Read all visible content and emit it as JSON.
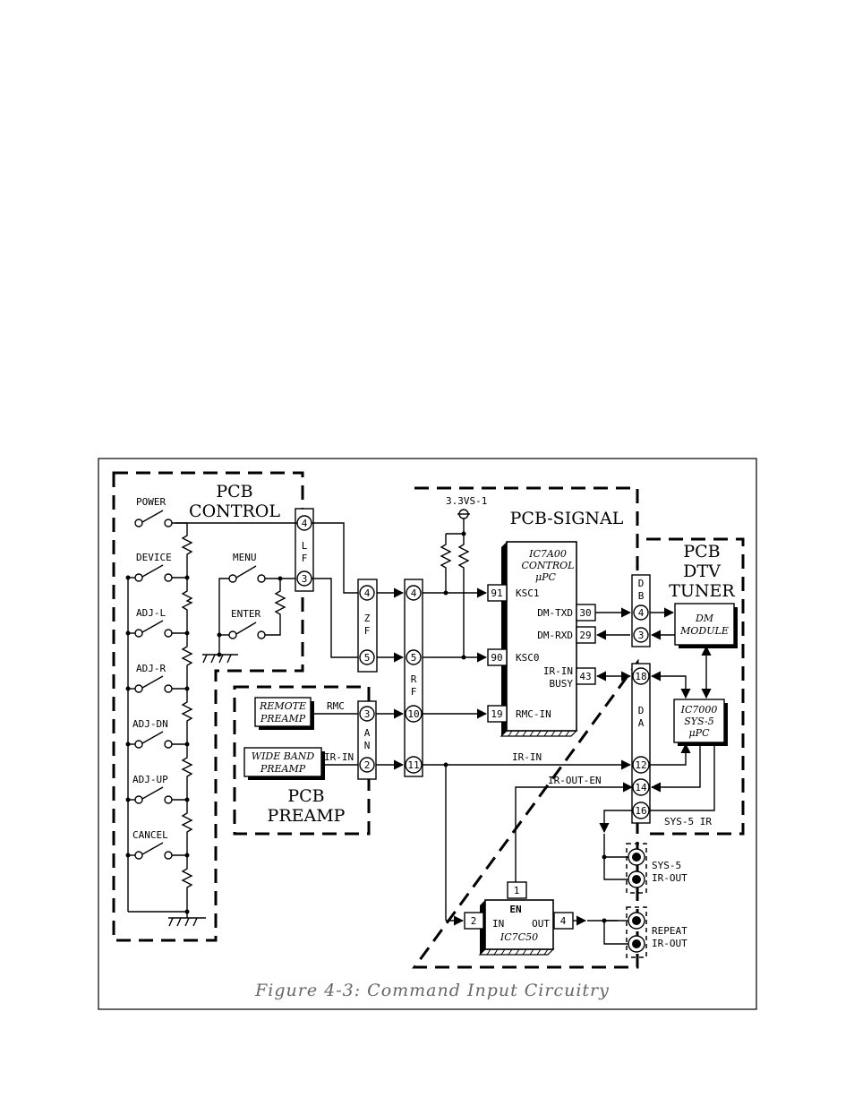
{
  "caption": "Figure 4-3: Command Input Circuitry",
  "blocks": {
    "pcb_control": [
      "PCB",
      "CONTROL"
    ],
    "pcb_signal": "PCB-SIGNAL",
    "pcb_dtv_tuner": [
      "PCB",
      "DTV",
      "TUNER"
    ],
    "pcb_preamp": [
      "PCB",
      "PREAMP"
    ]
  },
  "switches": [
    "POWER",
    "DEVICE",
    "ADJ-L",
    "ADJ-R",
    "ADJ-DN",
    "ADJ-UP",
    "CANCEL",
    "MENU",
    "ENTER"
  ],
  "connectors": {
    "lf": {
      "name": [
        "L",
        "F"
      ],
      "pins": [
        "4",
        "3"
      ]
    },
    "zf": {
      "name": [
        "Z",
        "F"
      ],
      "pins": [
        "4",
        "5"
      ]
    },
    "rf": {
      "name": [
        "R",
        "F"
      ],
      "pins": [
        "4",
        "5",
        "10",
        "11"
      ]
    },
    "an": {
      "name": [
        "A",
        "N"
      ],
      "pins": [
        "3",
        "2"
      ]
    },
    "db": {
      "name": [
        "D",
        "B"
      ],
      "pins": [
        "4",
        "3"
      ]
    },
    "da": {
      "name": [
        "D",
        "A"
      ],
      "pins": [
        "18",
        "12",
        "14",
        "16"
      ]
    }
  },
  "supply": "3.3VS-1",
  "ic7a00": {
    "title": [
      "IC7A00",
      "CONTROL",
      "μPC"
    ],
    "pins": [
      {
        "num": "91",
        "label": "KSC1"
      },
      {
        "num": "90",
        "label": "KSC0"
      },
      {
        "num": "19",
        "label": "RMC-IN"
      },
      {
        "num": "30",
        "label": "DM-TXD"
      },
      {
        "num": "29",
        "label": "DM-RXD"
      },
      {
        "num": "43",
        "label": "IR-IN"
      },
      {
        "label": "BUSY"
      }
    ]
  },
  "dm_module": [
    "DM",
    "MODULE"
  ],
  "ic7000": [
    "IC7000",
    "SYS-5",
    "μPC"
  ],
  "ic7c50": {
    "title": "IC7C50",
    "en": "EN",
    "in": "IN",
    "out": "OUT",
    "pins": [
      "1",
      "2",
      "4"
    ]
  },
  "preamps": {
    "remote": [
      "REMOTE",
      "PREAMP"
    ],
    "wide_band": [
      "WIDE BAND",
      "PREAMP"
    ]
  },
  "signals": {
    "rmc": "RMC",
    "ir_in": "IR-IN",
    "ir_in_bus": "IR-IN",
    "ir_out_en": "IR-OUT-EN",
    "sys5_ir": "SYS-5  IR"
  },
  "jacks": {
    "sys5": [
      "SYS-5",
      "IR-OUT"
    ],
    "repeat": [
      "REPEAT",
      "IR-OUT"
    ]
  }
}
